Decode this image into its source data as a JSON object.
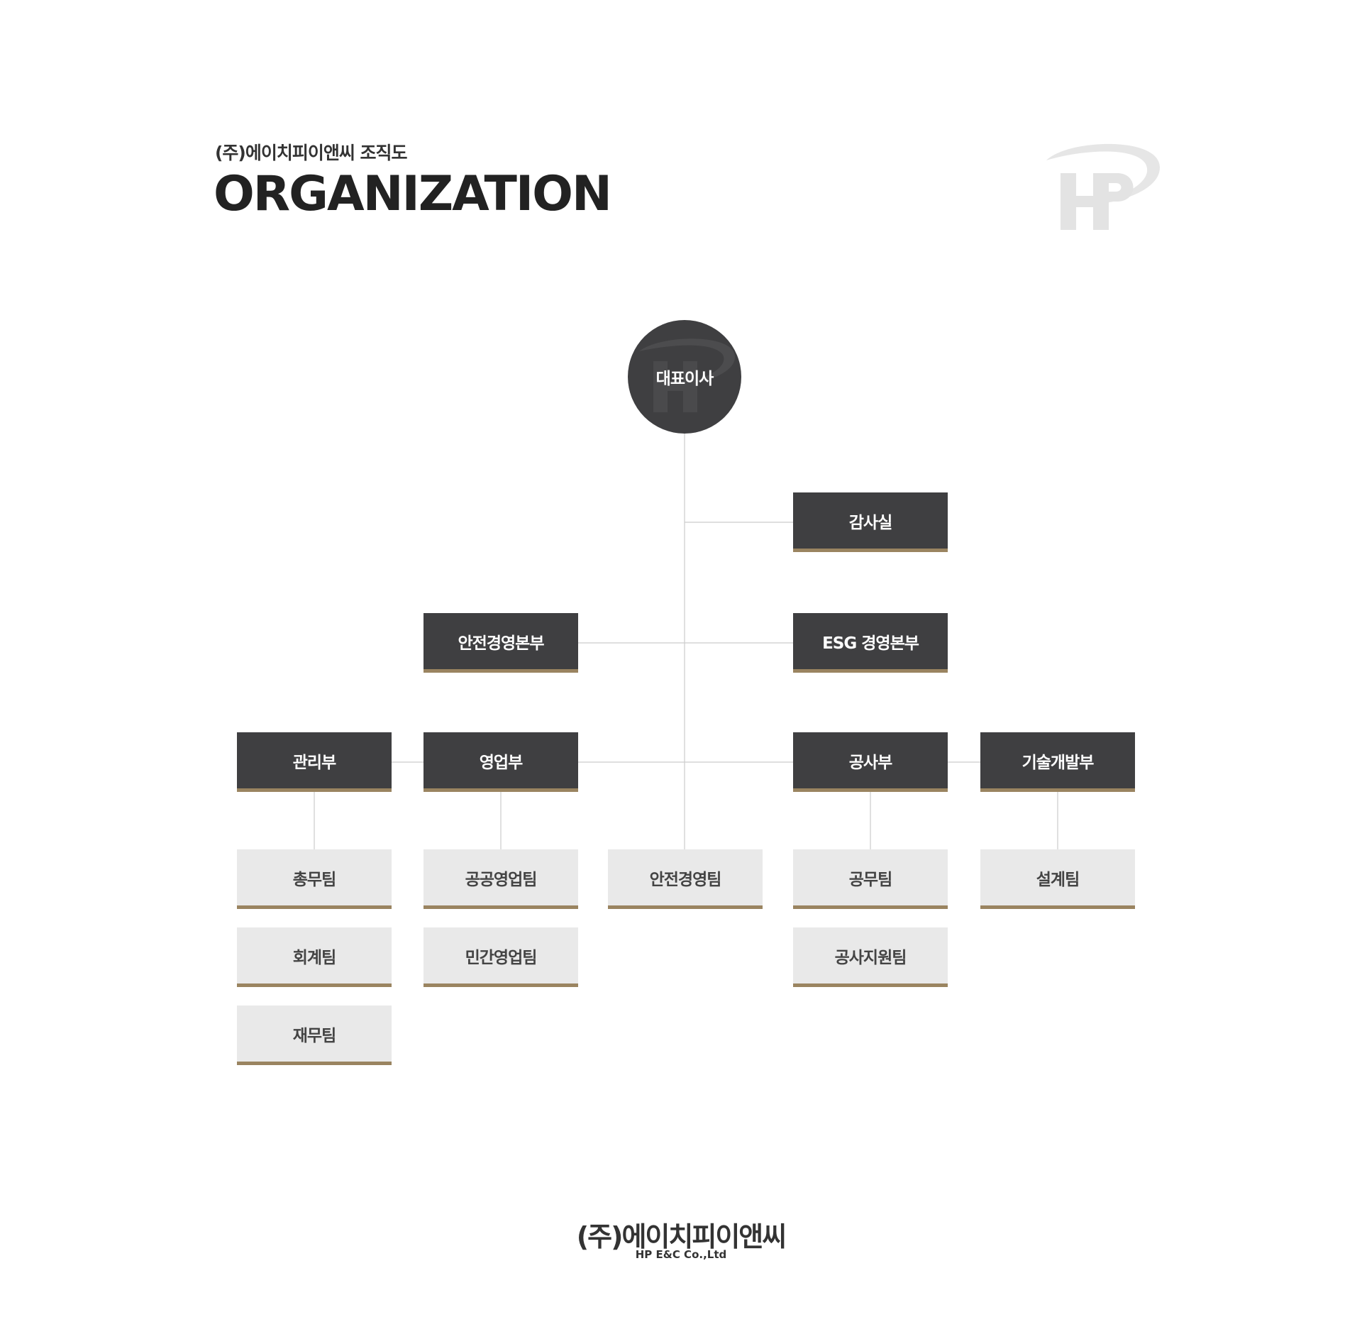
{
  "header": {
    "subtitle": "(주)에이치피이앤씨 조직도",
    "title": "ORGANIZATION"
  },
  "chart": {
    "ceo": "대표이사",
    "audit": "감사실",
    "safety_hq": "안전경영본부",
    "esg_hq": "ESG 경영본부",
    "management_dept": "관리부",
    "sales_dept": "영업부",
    "construction_dept": "공사부",
    "tech_dept": "기술개발부",
    "general_affairs_team": "총무팀",
    "accounting_team": "회계팀",
    "finance_team": "재무팀",
    "public_sales_team": "공공영업팀",
    "private_sales_team": "민간영업팀",
    "safety_team": "안전경영팀",
    "construction_affairs_team": "공무팀",
    "construction_support_team": "공사지원팀",
    "design_team": "설계팀"
  },
  "footer": {
    "company_name": "(주)에이치피이앤씨",
    "company_name_en": "HP E&C Co.,Ltd"
  },
  "colors": {
    "dark_box": "#3f3f41",
    "light_box": "#e9e9e9",
    "accent_underline": "#9a8460",
    "connector": "#cccccc"
  },
  "icons": {
    "logo": "hp-logo-icon"
  }
}
